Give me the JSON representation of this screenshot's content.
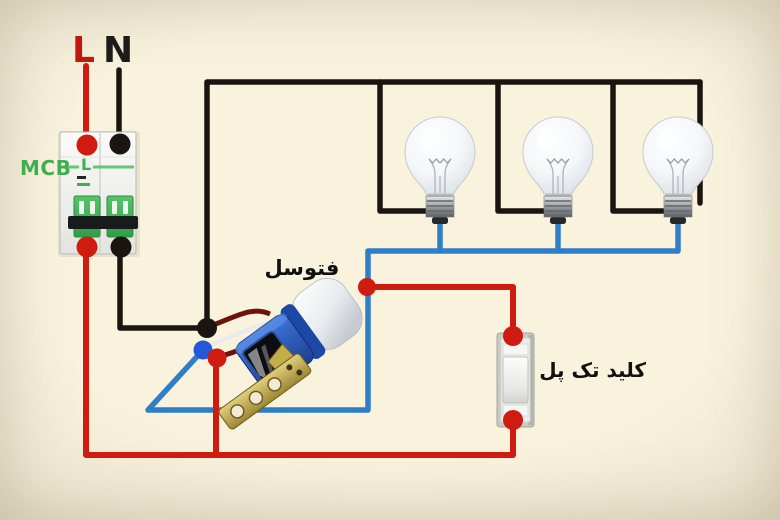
{
  "labels": {
    "line": "L",
    "neutral": "N",
    "mcb": "MCB",
    "mcb_pole_marking": "L",
    "photocell": "فتوسل",
    "switch": "کلید تک پل"
  },
  "lamp_count": 3,
  "mcb_poles": 2,
  "colors": {
    "background_center": "#f9f3de",
    "background_edge": "#e2dac2",
    "wire_phase_red": "#cf1b10",
    "wire_neutral_black": "#1a1511",
    "wire_load_blue": "#2e7ec8",
    "junction_blue": "#2458d8",
    "pigtail_maroon": "#6d130b",
    "pigtail_white": "#e9e9f0",
    "mcb_green": "#3fae4e",
    "text_red": "#c3170c",
    "text_black": "#1b1b1b",
    "bracket_brass": "#c9b35e"
  }
}
